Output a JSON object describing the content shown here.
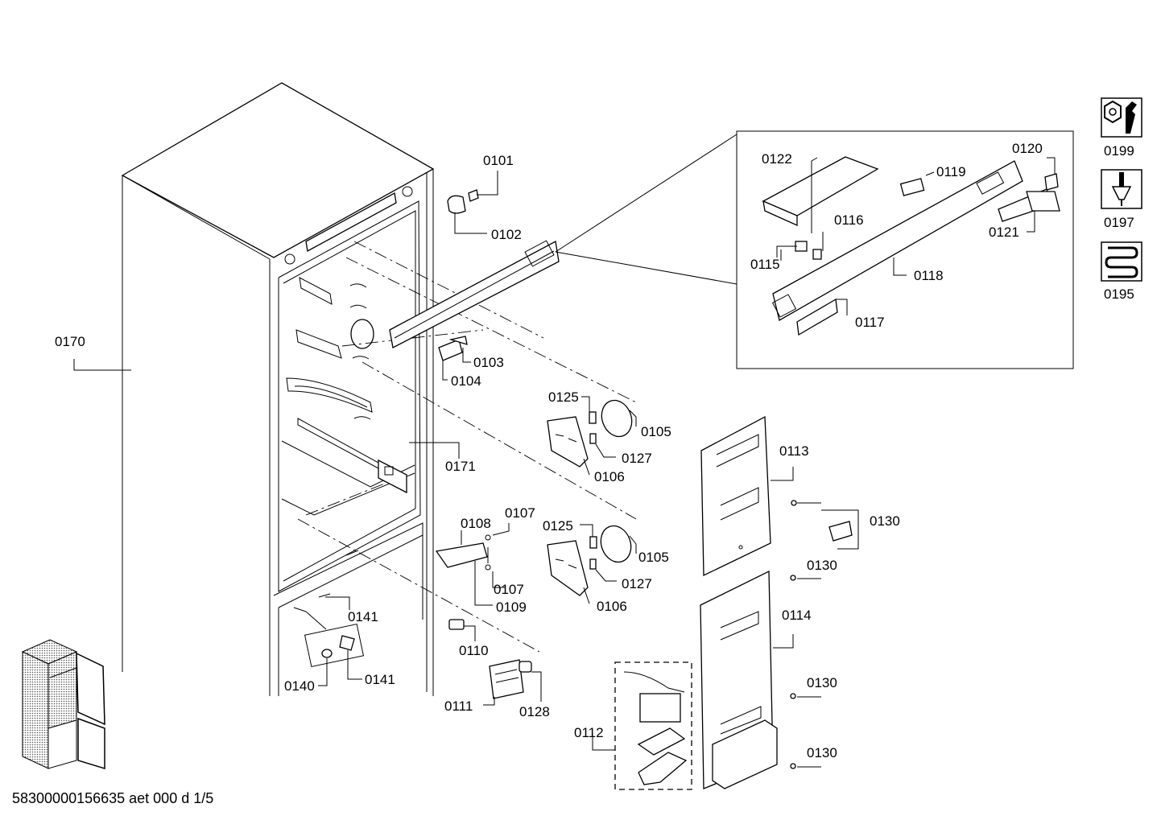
{
  "diagram": {
    "footer_code": "58300000156635 aet 000 d 1/5",
    "labels": {
      "p0101": "0101",
      "p0102": "0102",
      "p0103": "0103",
      "p0104": "0104",
      "p0105a": "0105",
      "p0105b": "0105",
      "p0106a": "0106",
      "p0106b": "0106",
      "p0107a": "0107",
      "p0107b": "0107",
      "p0108": "0108",
      "p0109": "0109",
      "p0110": "0110",
      "p0111": "0111",
      "p0112": "0112",
      "p0113": "0113",
      "p0114": "0114",
      "p0115": "0115",
      "p0116": "0116",
      "p0117": "0117",
      "p0118": "0118",
      "p0119": "0119",
      "p0120": "0120",
      "p0121": "0121",
      "p0122": "0122",
      "p0125a": "0125",
      "p0125b": "0125",
      "p0127a": "0127",
      "p0127b": "0127",
      "p0128": "0128",
      "p0130a": "0130",
      "p0130b": "0130",
      "p0130c": "0130",
      "p0130d": "0130",
      "p0140": "0140",
      "p0141a": "0141",
      "p0141b": "0141",
      "p0170": "0170",
      "p0171": "0171",
      "p0195": "0195",
      "p0197": "0197",
      "p0199": "0199"
    },
    "icons": [
      "wrench-nut-icon",
      "screwdriver-icon",
      "heating-coil-icon",
      "fridge-thumbnail-icon"
    ]
  }
}
